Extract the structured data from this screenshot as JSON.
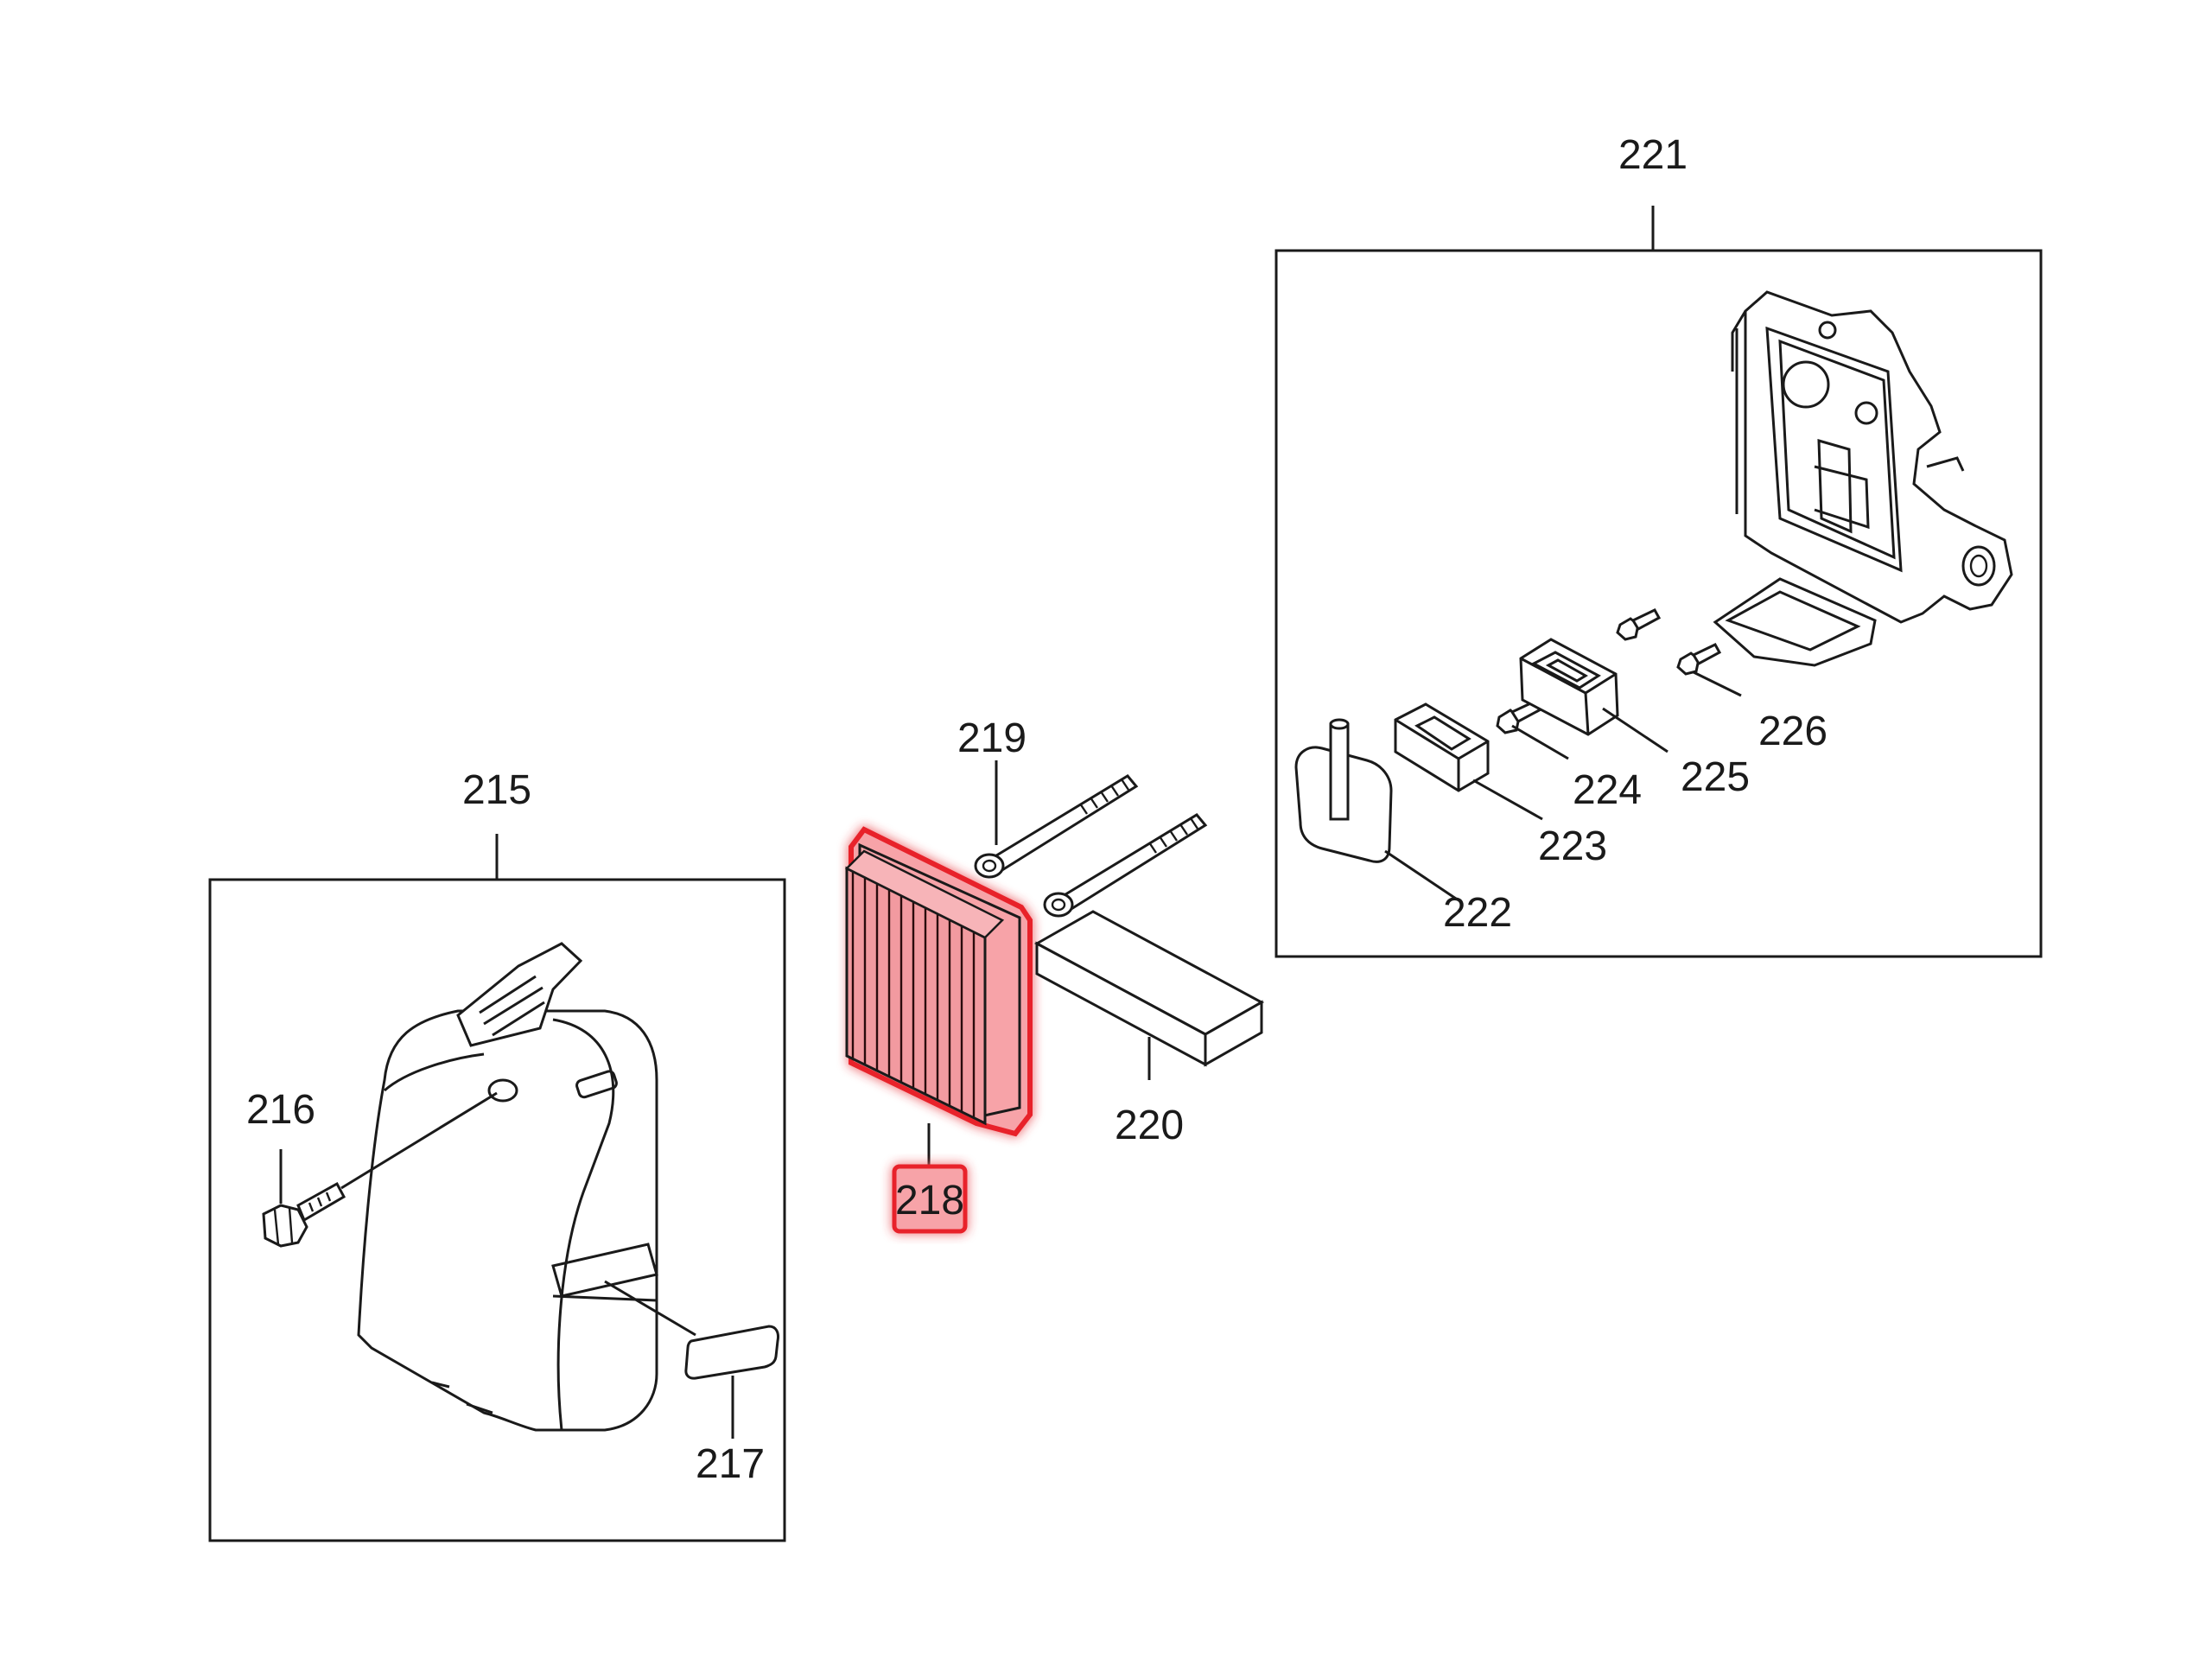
{
  "parts": {
    "p215": "215",
    "p216": "216",
    "p217": "217",
    "p218": "218",
    "p219": "219",
    "p220": "220",
    "p221": "221",
    "p222": "222",
    "p223": "223",
    "p224": "224",
    "p225": "225",
    "p226": "226"
  },
  "highlight": {
    "part": "218",
    "color": "#e8202a",
    "fill": "#f7a3a8"
  },
  "colors": {
    "line": "#1a1a1a",
    "background": "#ffffff"
  }
}
